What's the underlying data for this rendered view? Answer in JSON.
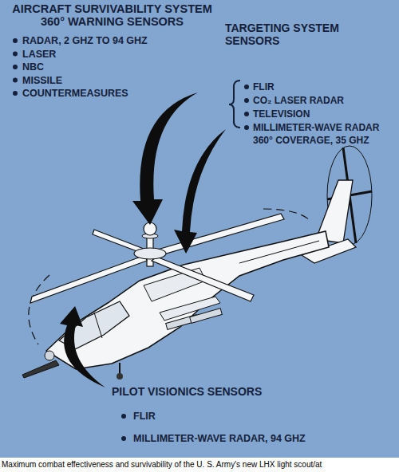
{
  "diagram": {
    "caption": "Maximum combat effectiveness and survivability of the U. S. Army's new LHX light scout/at",
    "labels": [
      "AIRCRAFT SURVIVABILITY SYSTEM 360° WARNING SENSORS",
      "RADAR, 2 GHZ TO 94 GHZ",
      "LASER",
      "NBC",
      "MISSILE",
      "COUNTERMEASURES",
      "TARGETING SYSTEM SENSORS",
      "FLIR",
      "CO₂ LASER RADAR",
      "TELEVISION",
      "MILLIMETER-WAVE RADAR 360° COVERAGE, 35 GHZ",
      "PILOT VISIONICS SENSORS",
      "FLIR",
      "MILLIMETER-WAVE RADAR, 94 GHZ"
    ]
  }
}
